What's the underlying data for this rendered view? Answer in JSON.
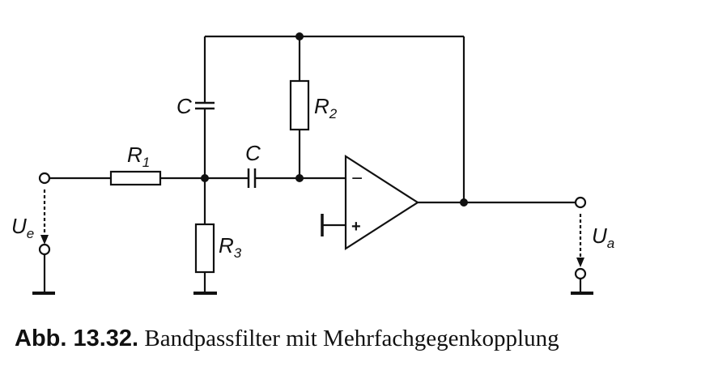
{
  "diagram": {
    "type": "circuit-schematic",
    "labels": {
      "ue": "U",
      "ue_sub": "e",
      "ua": "U",
      "ua_sub": "a",
      "r1": "R",
      "r1_sub": "1",
      "r2": "R",
      "r2_sub": "2",
      "r3": "R",
      "r3_sub": "3",
      "c_left": "C",
      "c_mid": "C",
      "opamp_minus": "−",
      "opamp_plus": "+"
    }
  },
  "caption": {
    "number": "Abb. 13.32.",
    "text": "Bandpassfilter mit Mehrfachgegenkopplung"
  }
}
